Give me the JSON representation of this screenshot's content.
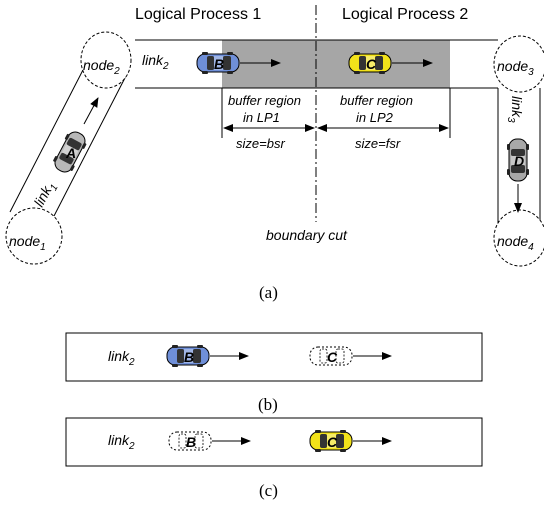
{
  "figure": {
    "lp1_title": "Logical Process 1",
    "lp2_title": "Logical Process 2",
    "link2": "link",
    "link2_sub": "2",
    "link1": "link",
    "link1_sub": "1",
    "link3": "link",
    "link3_sub": "3",
    "node1": "node",
    "node1_sub": "1",
    "node2": "node",
    "node2_sub": "2",
    "node3": "node",
    "node3_sub": "3",
    "node4": "node",
    "node4_sub": "4",
    "buffer_lp1_line1": "buffer region",
    "buffer_lp1_line2": "in LP1",
    "buffer_lp2_line1": "buffer region",
    "buffer_lp2_line2": "in LP2",
    "size_lp1": "size=bsr",
    "size_lp2": "size=fsr",
    "boundary_cut": "boundary cut",
    "car_a": "A",
    "car_b": "B",
    "car_c": "C",
    "car_d": "D",
    "caption_a": "(a)",
    "caption_b": "(b)",
    "caption_c": "(c)"
  },
  "colors": {
    "car_a": "#b8b8b8",
    "car_b": "#6f8fd8",
    "car_c": "#f2e21a",
    "car_d": "#a8a8a8",
    "buffer_fill": "#a6a6a6"
  }
}
